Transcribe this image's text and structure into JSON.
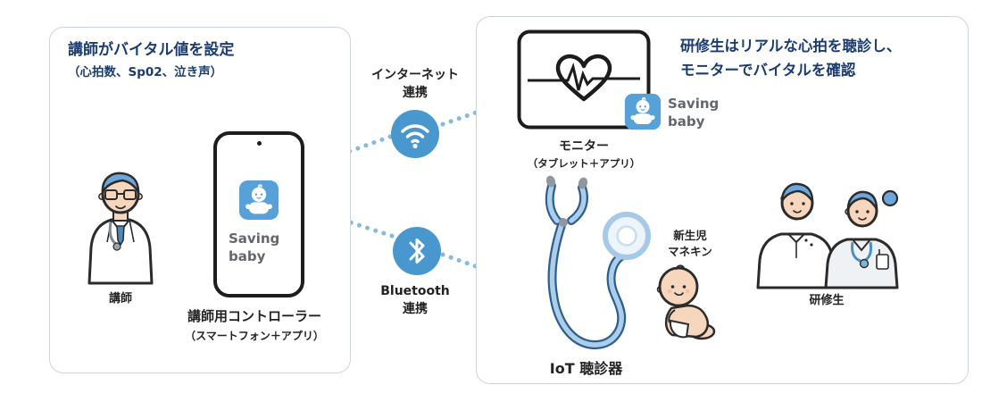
{
  "colors": {
    "accent-blue": "#4897cf",
    "heading-navy": "#1b3c71",
    "arrow-blue": "#85b9e0",
    "panel-border": "#cdd5dc",
    "text-gray": "#63676b"
  },
  "left_panel": {
    "heading_line1": "講師がバイタル値を設定",
    "heading_line2": "（心拍数、Sp02、泣き声）",
    "instructor_label": "講師",
    "phone": {
      "app_line1": "Saving",
      "app_line2": "baby"
    },
    "controller_label": "講師用コントローラー",
    "controller_sublabel": "（スマートフォン＋アプリ）"
  },
  "connections": {
    "internet": {
      "line1": "インターネット",
      "line2": "連携"
    },
    "bluetooth": {
      "line1": "Bluetooth",
      "line2": "連携"
    }
  },
  "right_panel": {
    "heading_line1": "研修生はリアルな心拍を聴診し、",
    "heading_line2": "モニターでバイタルを確認",
    "monitor_label": "モニター",
    "monitor_sublabel": "（タブレット＋アプリ）",
    "app_badge": {
      "line1": "Saving",
      "line2": "baby"
    },
    "stethoscope_label": "IoT 聴診器",
    "mannequin_label_line1": "新生児",
    "mannequin_label_line2": "マネキン",
    "trainees_label": "研修生"
  }
}
